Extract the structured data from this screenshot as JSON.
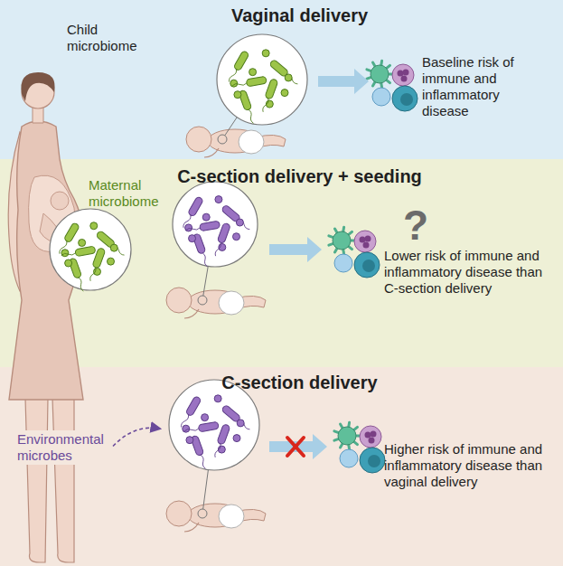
{
  "diagram": {
    "nodes": [
      {
        "text": [
          "Vaginal delivery",
          "Baseline risk of immune and inflammatory disease"
        ]
      },
      {
        "text": [
          "C-section delivery + seeding",
          "Lower risk of immune and inflammatory disease than C-section delivery"
        ]
      },
      {
        "text": [
          "C-section delivery",
          "Higher risk of immune and inflammatory disease than vaginal delivery"
        ]
      }
    ],
    "labels": [
      "Child microbiome",
      "Maternal microbiome",
      "?",
      "Environmental microbes"
    ]
  }
}
